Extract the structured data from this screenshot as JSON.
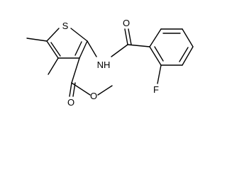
{
  "molecule": {
    "atoms": {
      "thiophene_sulfur": "S",
      "amide_oxygen": "O",
      "amide_nitrogen": "NH",
      "ester_carbonyl_oxygen": "O",
      "ester_ether_oxygen": "O",
      "fluorine": "F"
    },
    "colors": {
      "bond": "#000000",
      "label": "#000000",
      "background": "#ffffff"
    }
  }
}
